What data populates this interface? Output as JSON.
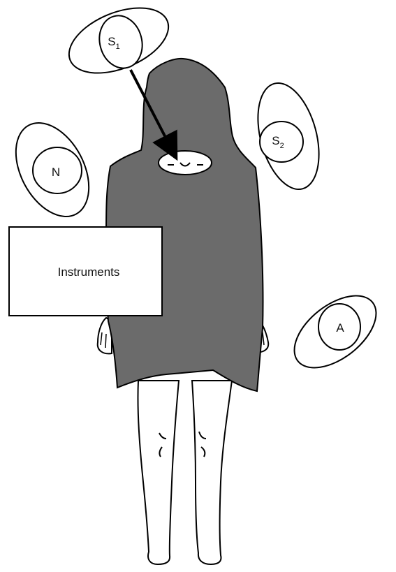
{
  "labels": {
    "s1": {
      "main": "S",
      "sub": "1"
    },
    "s2": {
      "main": "S",
      "sub": "2"
    },
    "n": "N",
    "a": "A",
    "instruments": "Instruments"
  },
  "colors": {
    "drape": "#6b6b6b",
    "outline": "#000000",
    "background": "#ffffff"
  }
}
